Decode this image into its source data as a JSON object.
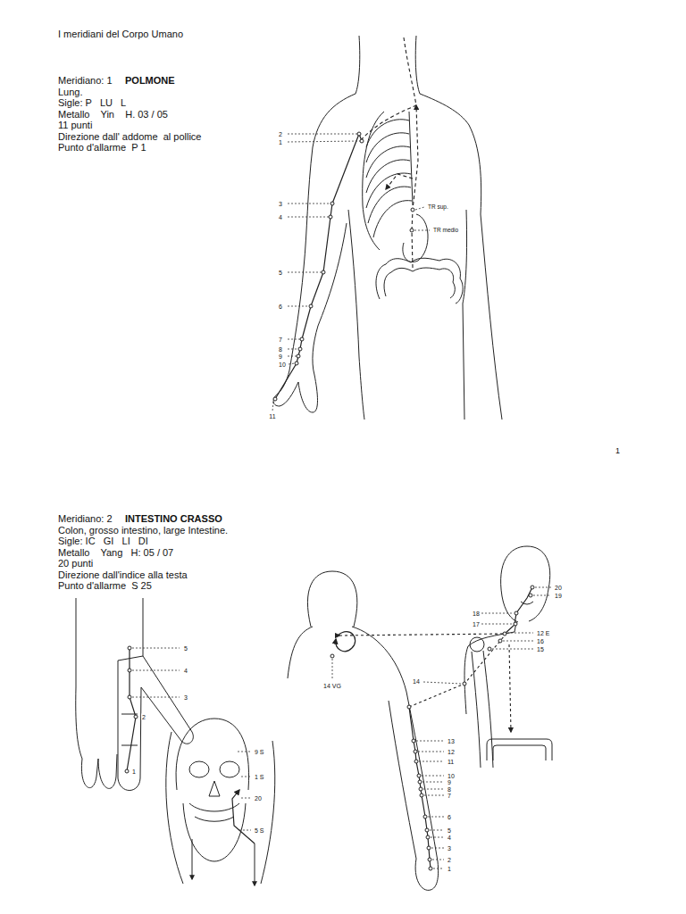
{
  "diagram": {
    "title": "I meridiani del Corpo Umano",
    "labels": [
      "Meridiano: 1",
      "POLMONE",
      "Lung.",
      "Sigle: P   LU   L",
      "Metallo    Yin    H. 03 / 05",
      "11 punti",
      "Direzione dall' addome  al pollice",
      "Punto d'allarme  P 1",
      "2",
      "1",
      "3",
      "4",
      "5",
      "6",
      "7",
      "8",
      "9",
      "10",
      "11",
      "TR sup.",
      "TR medio",
      "1",
      "Meridiano: 2",
      "INTESTINO CRASSO",
      "Colon, grosso intestino, large Intestine.",
      "Sigle: IC   GI   LI   DI",
      "Metallo    Yang   H: 05 / 07",
      "20 punti",
      "Direzione dall'indice alla testa",
      "Punto d'allarme  S 25",
      "5",
      "4",
      "3",
      "2",
      "1",
      "9 S",
      "1 S",
      "20",
      "5 S",
      "20",
      "19",
      "18",
      "17",
      "12 E",
      "16",
      "15",
      "14",
      "14 VG",
      "13",
      "12",
      "11",
      "10",
      "9",
      "8",
      "7",
      "6",
      "5",
      "4",
      "3",
      "2",
      "1"
    ]
  }
}
